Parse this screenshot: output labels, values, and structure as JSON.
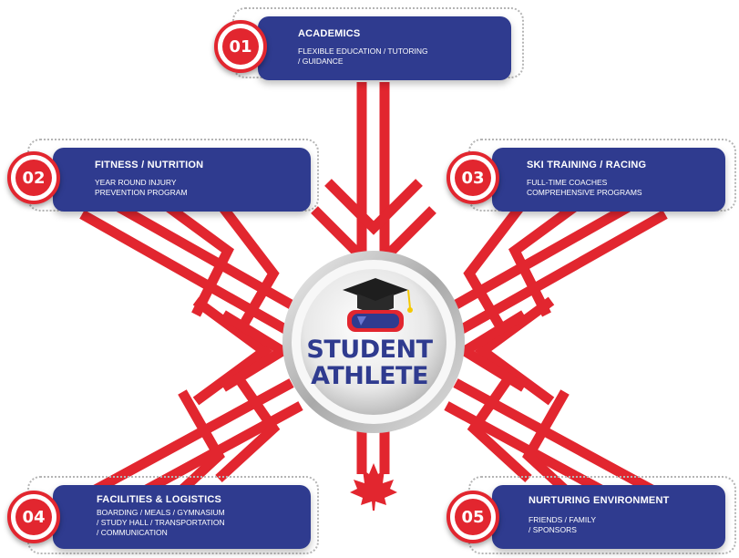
{
  "hub": {
    "line1": "STUDENT",
    "line2": "ATHLETE",
    "icon": "graduation-cap-goggles-icon"
  },
  "colors": {
    "red": "#e2262f",
    "navy": "#2f3b8f",
    "silver": "#c9c9c9"
  },
  "pillars": [
    {
      "number": "01",
      "title": "ACADEMICS",
      "lines": [
        "FLEXIBLE EDUCATION / TUTORING",
        "/ GUIDANCE"
      ]
    },
    {
      "number": "02",
      "title": "FITNESS / NUTRITION",
      "lines": [
        "YEAR ROUND INJURY",
        "PREVENTION PROGRAM"
      ]
    },
    {
      "number": "03",
      "title": "SKI TRAINING / RACING",
      "lines": [
        "FULL-TIME COACHES",
        "COMPREHENSIVE PROGRAMS"
      ]
    },
    {
      "number": "04",
      "title": "FACILITIES & LOGISTICS",
      "lines": [
        "BOARDING / MEALS / GYMNASIUM",
        "/ STUDY HALL / TRANSPORTATION",
        "/ COMMUNICATION"
      ]
    },
    {
      "number": "05",
      "title": "NURTURING ENVIRONMENT",
      "lines": [
        "FRIENDS / FAMILY",
        "/ SPONSORS"
      ]
    }
  ],
  "footer_icon": "maple-leaf-icon"
}
